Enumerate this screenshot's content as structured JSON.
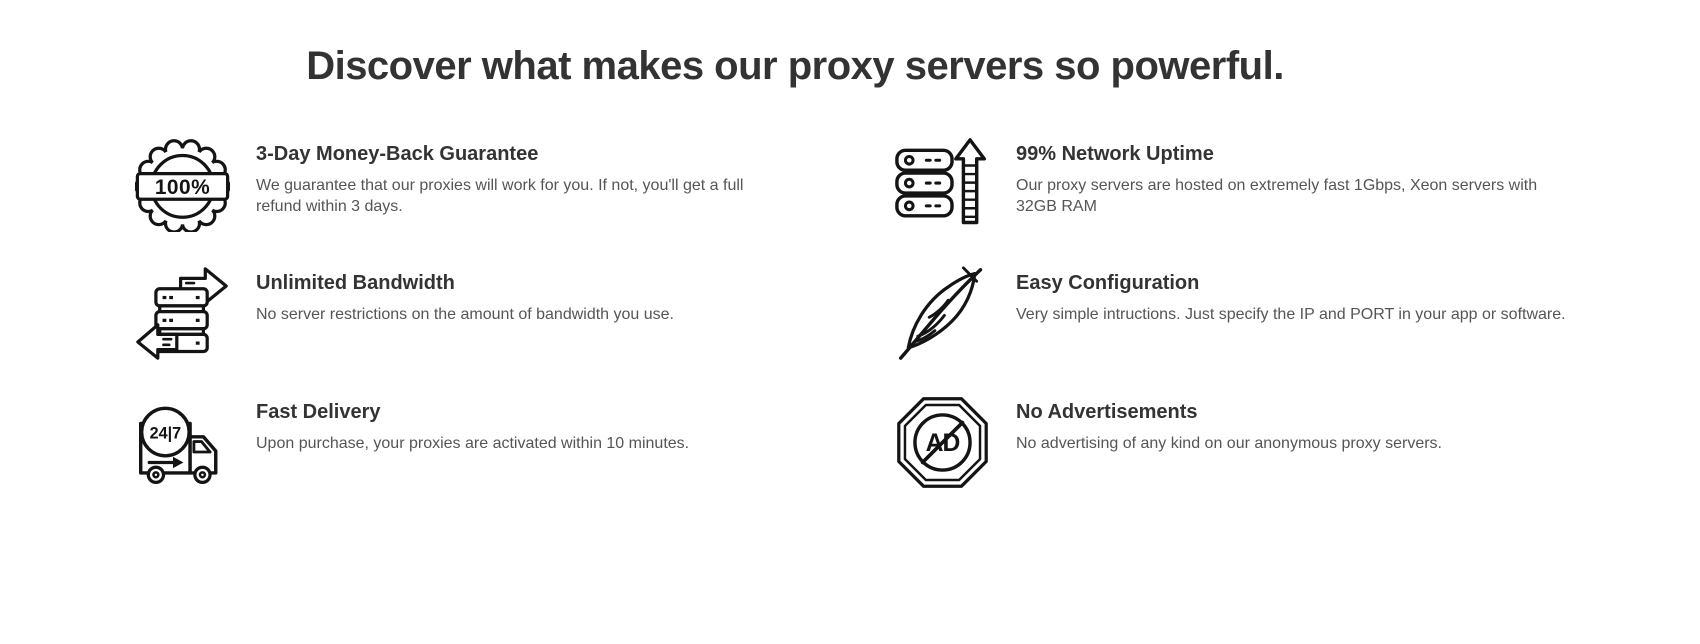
{
  "page": {
    "heading": "Discover what makes our proxy servers so powerful."
  },
  "features": [
    {
      "icon": "guarantee-100-icon",
      "title": "3-Day Money-Back Guarantee",
      "description": "We guarantee that our proxies will work for you. If not, you'll get a full refund within 3 days."
    },
    {
      "icon": "server-uptime-icon",
      "title": "99% Network Uptime",
      "description": "Our proxy servers are hosted on extremely fast 1Gbps, Xeon servers with 32GB RAM"
    },
    {
      "icon": "server-bandwidth-icon",
      "title": "Unlimited Bandwidth",
      "description": "No server restrictions on the amount of bandwidth you use."
    },
    {
      "icon": "feather-icon",
      "title": "Easy Configuration",
      "description": "Very simple intructions. Just specify the IP and PORT in your app or software."
    },
    {
      "icon": "truck-24-7-icon",
      "title": "Fast Delivery",
      "description": "Upon purchase, your proxies are activated within 10 minutes."
    },
    {
      "icon": "no-ads-icon",
      "title": "No Advertisements",
      "description": "No advertising of any kind on our anonymous proxy servers."
    }
  ],
  "icon_labels": {
    "guarantee_badge": "100%",
    "delivery_badge": "24|7",
    "ad_text": "AD"
  },
  "colors": {
    "heading_text": "#333333",
    "body_text": "#555555",
    "icon_ink": "#141414",
    "background": "#ffffff"
  }
}
